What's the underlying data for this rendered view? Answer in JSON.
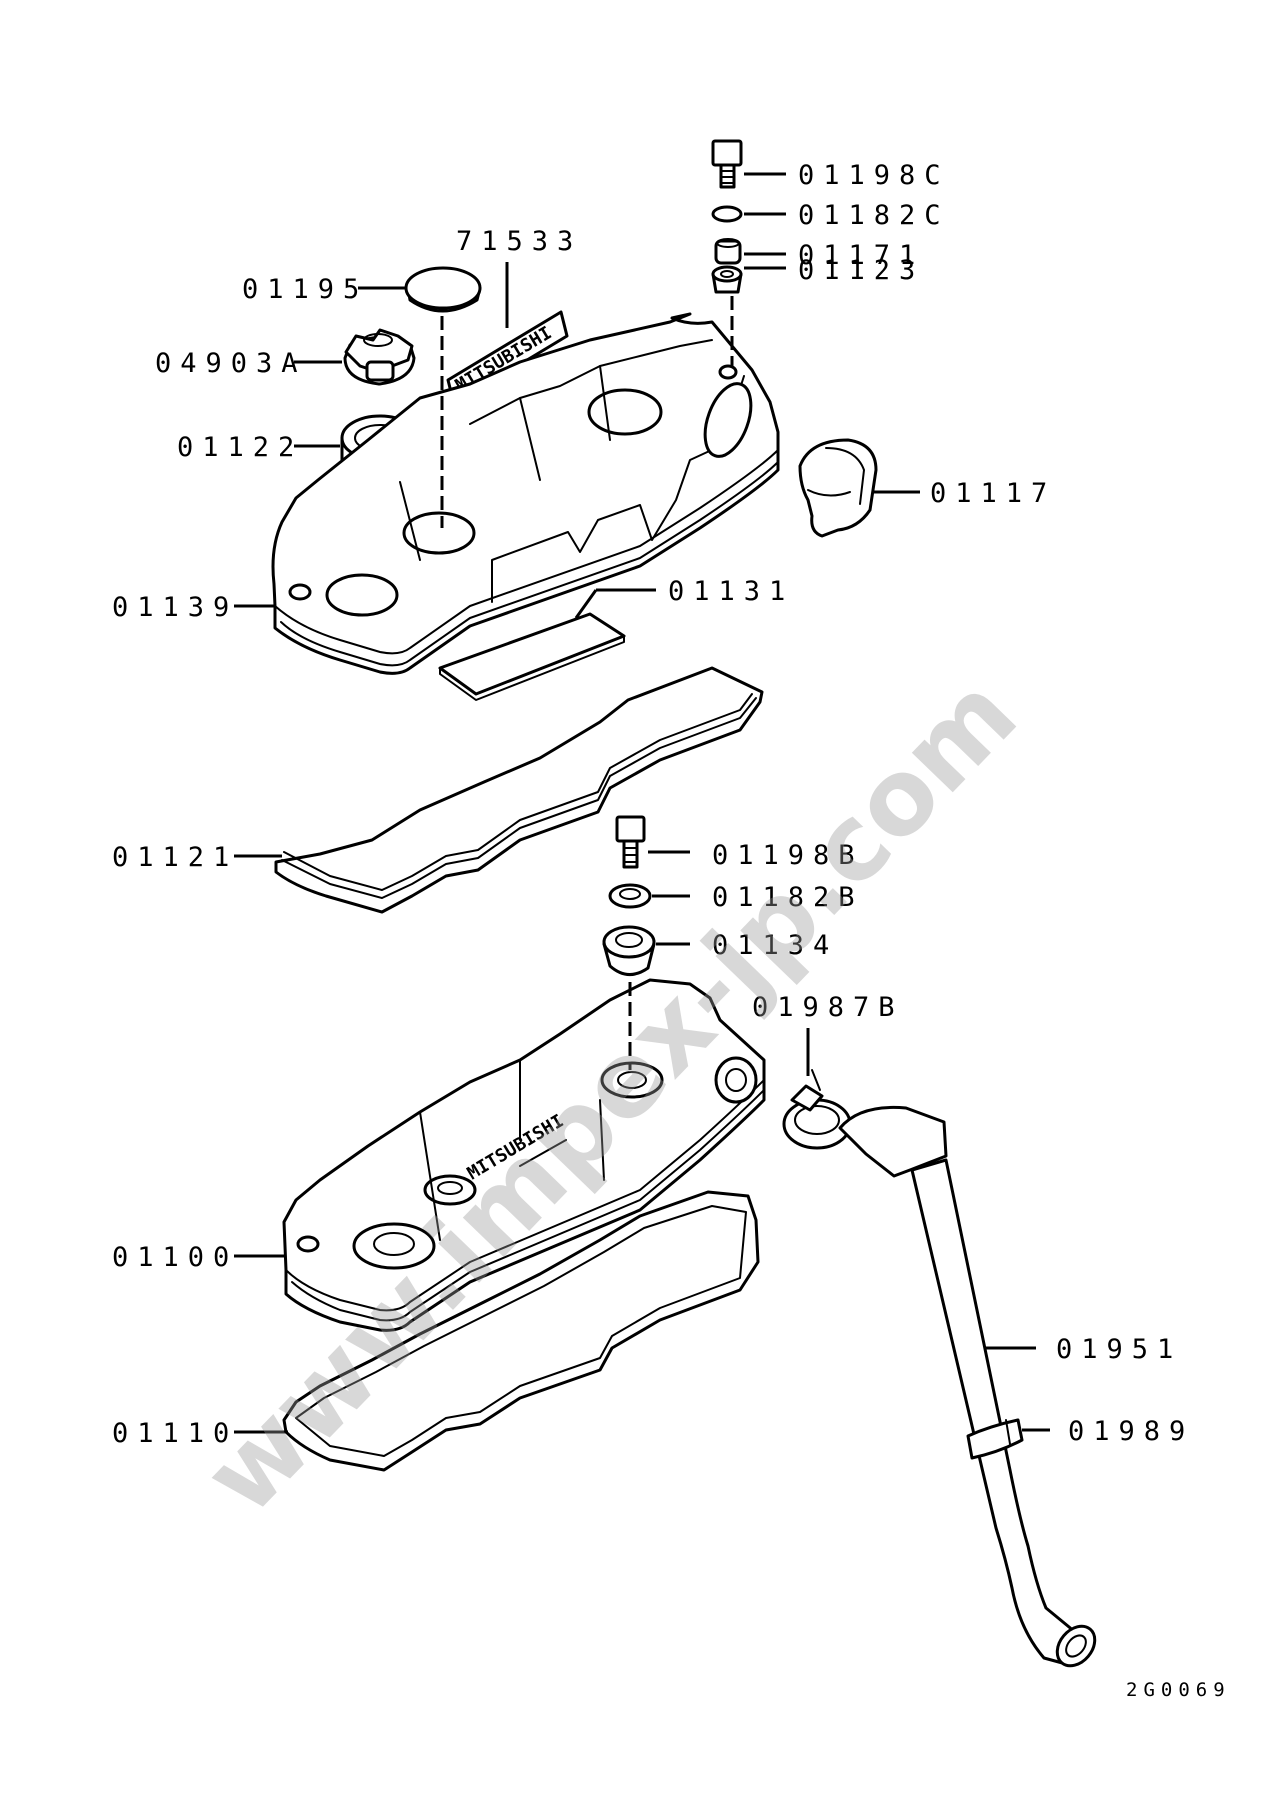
{
  "diagram": {
    "drawing_code": "2G0069",
    "watermark": "www.impex-jp.com",
    "cover_brand_text": "MITSUBISHI",
    "parts": [
      {
        "id": "01198C"
      },
      {
        "id": "01182C"
      },
      {
        "id": "01171"
      },
      {
        "id": "01123"
      },
      {
        "id": "71533"
      },
      {
        "id": "01195"
      },
      {
        "id": "04903A"
      },
      {
        "id": "01122"
      },
      {
        "id": "01117"
      },
      {
        "id": "01131"
      },
      {
        "id": "01139"
      },
      {
        "id": "01121"
      },
      {
        "id": "01198B"
      },
      {
        "id": "01182B"
      },
      {
        "id": "01134"
      },
      {
        "id": "01987B"
      },
      {
        "id": "01100"
      },
      {
        "id": "01951"
      },
      {
        "id": "01989"
      },
      {
        "id": "01110"
      }
    ]
  }
}
